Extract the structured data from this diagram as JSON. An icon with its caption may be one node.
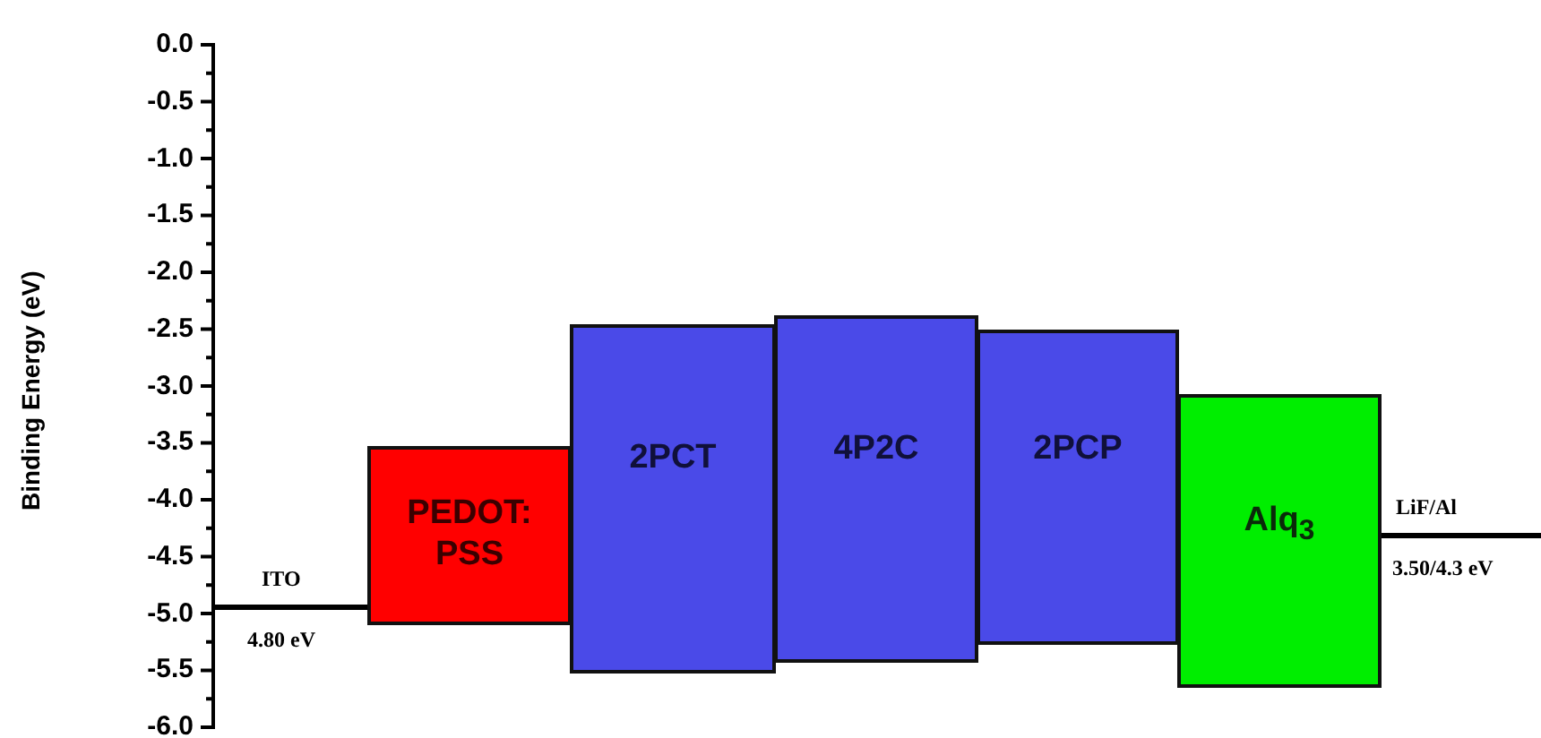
{
  "diagram": {
    "nodes": [
      {
        "text": [
          "PEDOT: PSS"
        ]
      },
      {
        "text": [
          "2PCT"
        ]
      },
      {
        "text": [
          "4P2C"
        ]
      },
      {
        "text": [
          "2PCP"
        ]
      },
      {
        "text": [
          "Alq$_{3}$"
        ]
      }
    ],
    "edges": [],
    "labels": [
      "0.0",
      "-0.5",
      "-1.0",
      "-1.5",
      "-2.0",
      "-2.5",
      "-3.0",
      "-3.5",
      "-4.0",
      "-4.5",
      "-5.0",
      "-5.5",
      "-6.0",
      "Binding Energy (eV)",
      "ITO",
      "4.80 eV",
      "LiF/Al",
      "3.50/4.3 eV"
    ]
  }
}
